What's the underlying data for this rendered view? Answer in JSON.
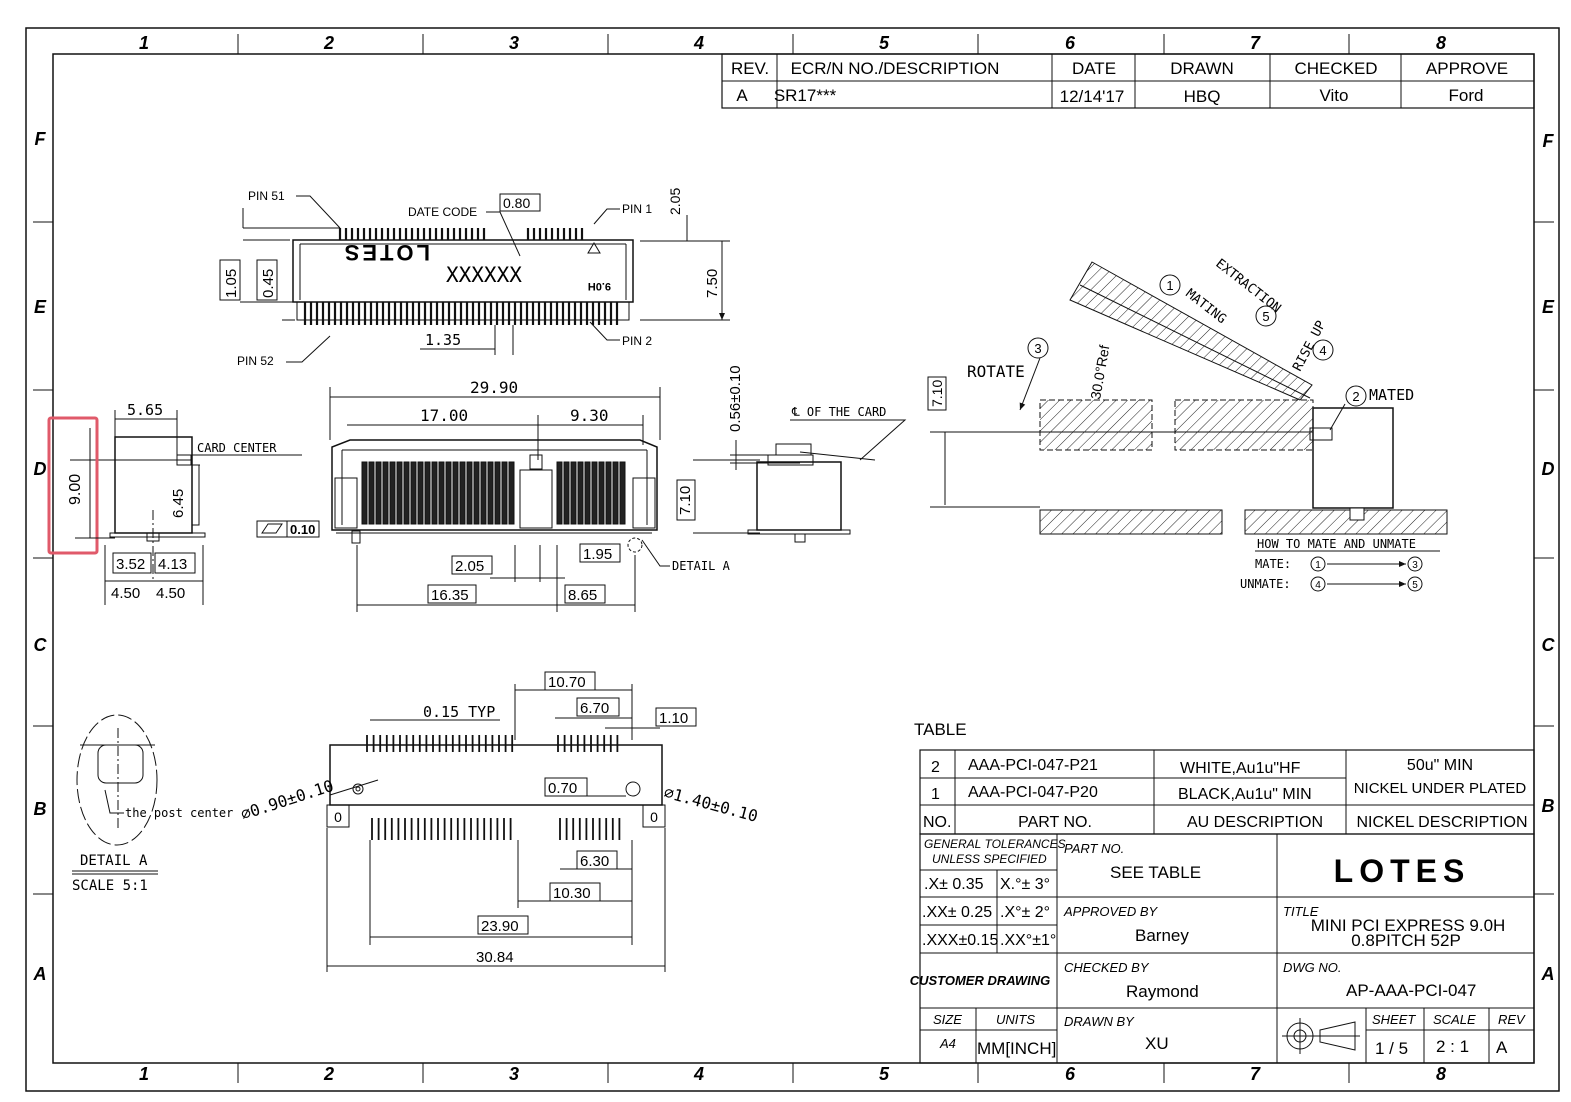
{
  "frame": {
    "columns": [
      "1",
      "2",
      "3",
      "4",
      "5",
      "6",
      "7",
      "8"
    ],
    "rows": [
      "F",
      "E",
      "D",
      "C",
      "B",
      "A"
    ]
  },
  "revision": {
    "headers": [
      "REV.",
      "ECR/N NO./DESCRIPTION",
      "DATE",
      "DRAWN",
      "CHECKED",
      "APPROVE"
    ],
    "row": [
      "A",
      "SR17***",
      "12/14'17",
      "HBQ",
      "Vito",
      "Ford"
    ]
  },
  "top_view": {
    "pin51": "PIN 51",
    "date_code": "DATE CODE",
    "pitch": "0.80",
    "pin1": "PIN 1",
    "dim_205": "2.05",
    "logo_mirror": "LOTES",
    "placeholder": "XXXXXX",
    "h90": "9.0H",
    "dim_105": "1.05",
    "dim_045": "0.45",
    "dim_750": "7.50",
    "dim_135": "1.35",
    "pin2": "PIN 2",
    "pin52": "PIN 52"
  },
  "side_view": {
    "dim_565": "5.65",
    "card_center": "CARD CENTER",
    "dim_900": "9.00",
    "dim_645": "6.45",
    "dim_352": "3.52",
    "dim_413": "4.13",
    "dim_450a": "4.50",
    "dim_450b": "4.50"
  },
  "front_view": {
    "dim_2990": "29.90",
    "dim_1700": "17.00",
    "dim_930": "9.30",
    "flatness": "0.10",
    "dim_205": "2.05",
    "dim_195": "1.95",
    "dim_1635": "16.35",
    "dim_865": "8.65",
    "detail_a": "DETAIL A"
  },
  "card_side": {
    "dim_056": "0.56±0.10",
    "center_of_card": "℄ OF THE CARD",
    "dim_710": "7.10"
  },
  "mating": {
    "dim_710": "7.10",
    "rotate": "ROTATE",
    "ref_angle": "30.0°Ref",
    "mating": "MATING",
    "extraction": "EXTRACTION",
    "rise_up": "RISE UP",
    "mated": "MATED",
    "n1": "1",
    "n2": "2",
    "n3": "3",
    "n4": "4",
    "n5": "5",
    "legend_title": "HOW TO MATE AND UNMATE",
    "mate_label": "MATE:",
    "unmate_label": "UNMATE:"
  },
  "bottom_view": {
    "dim_1070": "10.70",
    "dim_015": "0.15 TYP",
    "dim_670": "6.70",
    "dim_110": "1.10",
    "dim_070": "0.70",
    "hole_090": "⌀0.90±0.10",
    "hole_140": "⌀1.40±0.10",
    "dim_630": "6.30",
    "dim_1030": "10.30",
    "dim_2390": "23.90",
    "dim_3084": "30.84",
    "zero_left": "0",
    "zero_right": "0"
  },
  "detail": {
    "post_center": "the post center",
    "title": "DETAIL A",
    "scale": "SCALE 5:1"
  },
  "parts_table": {
    "label": "TABLE",
    "rows": [
      {
        "no": "2",
        "part": "AAA-PCI-047-P21",
        "au": "WHITE,Au1u\"HF"
      },
      {
        "no": "1",
        "part": "AAA-PCI-047-P20",
        "au": "BLACK,Au1u\" MIN"
      }
    ],
    "nickel_line1": "50u\" MIN",
    "nickel_line2": "NICKEL UNDER PLATED",
    "headers": [
      "NO.",
      "PART NO.",
      "AU DESCRIPTION",
      "NICKEL DESCRIPTION"
    ]
  },
  "title_block": {
    "tol_title1": "GENERAL TOLERANCES",
    "tol_title2": "UNLESS SPECIFIED",
    "tol_x": ".X± 0.35",
    "tol_xa": "X.°± 3°",
    "tol_xx": ".XX± 0.25",
    "tol_xxa": ".X°± 2°",
    "tol_xxx": ".XXX±0.15",
    "tol_xxxa": ".XX°±1°",
    "part_no_label": "PART NO.",
    "part_no_value": "SEE TABLE",
    "logo": "LOTES",
    "approved_label": "APPROVED BY",
    "approved_value": "Barney",
    "title_label": "TITLE",
    "title_line1": "MINI PCI EXPRESS 9.0H",
    "title_line2": "0.8PITCH 52P",
    "customer_drawing": "CUSTOMER DRAWING",
    "checked_label": "CHECKED BY",
    "checked_value": "Raymond",
    "dwg_label": "DWG NO.",
    "dwg_value": "AP-AAA-PCI-047",
    "size_label": "SIZE",
    "size_value": "A4",
    "units_label": "UNITS",
    "units_value": "MM[INCH]",
    "drawn_label": "DRAWN BY",
    "drawn_value": "XU",
    "sheet_label": "SHEET",
    "sheet_value": "1 / 5",
    "scale_label": "SCALE",
    "scale_value": "2 : 1",
    "rev_label": "REV",
    "rev_value": "A"
  },
  "highlight_color": "#e05a6a"
}
